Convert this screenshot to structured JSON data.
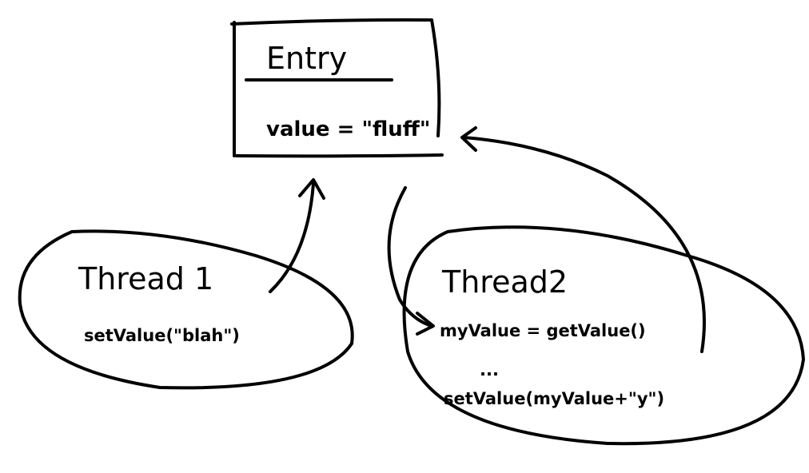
{
  "entry": {
    "title": "Entry",
    "field": "value = \"fluff\""
  },
  "thread1": {
    "title": "Thread 1",
    "code": "setValue(\"blah\")"
  },
  "thread2": {
    "title": "Thread2",
    "line1": "myValue = getValue()",
    "ellipsis": "...",
    "line2": "setValue(myValue+\"y\")"
  }
}
